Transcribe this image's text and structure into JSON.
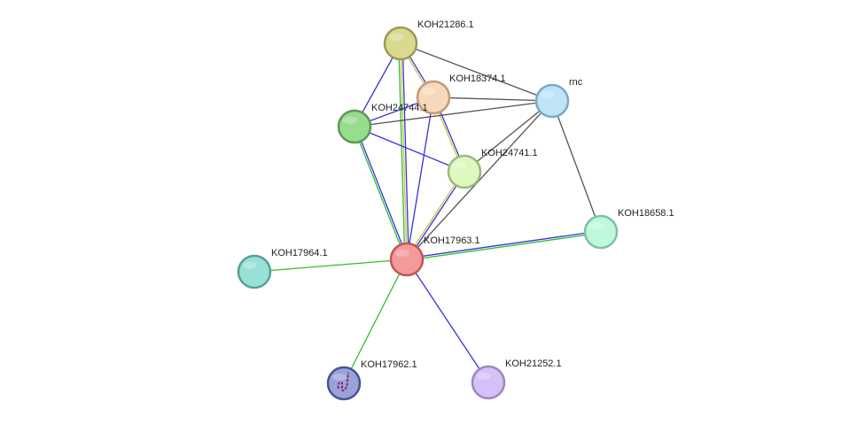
{
  "network": {
    "nodes": [
      {
        "id": "KOH21286.1",
        "label": "KOH21286.1",
        "fill": "#d9d98f",
        "stroke": "#9a9a55"
      },
      {
        "id": "KOH18374.1",
        "label": "KOH18374.1",
        "fill": "#f8d8bb",
        "stroke": "#c09a78"
      },
      {
        "id": "rnc",
        "label": "rnc",
        "fill": "#bfe4f8",
        "stroke": "#7aa8c8"
      },
      {
        "id": "KOH24744.1",
        "label": "KOH24744.1",
        "fill": "#98dc8e",
        "stroke": "#5a9a52"
      },
      {
        "id": "KOH24741.1",
        "label": "KOH24741.1",
        "fill": "#def8c0",
        "stroke": "#9ab880"
      },
      {
        "id": "KOH18658.1",
        "label": "KOH18658.1",
        "fill": "#bff8da",
        "stroke": "#80c0a0"
      },
      {
        "id": "KOH17963.1",
        "label": "KOH17963.1",
        "fill": "#f59a9a",
        "stroke": "#c05555"
      },
      {
        "id": "KOH17964.1",
        "label": "KOH17964.1",
        "fill": "#98e0d8",
        "stroke": "#55a098"
      },
      {
        "id": "KOH17962.1",
        "label": "KOH17962.1",
        "fill": "#9aa2dc",
        "stroke": "#4a5290",
        "has_structure_icon": true
      },
      {
        "id": "KOH21252.1",
        "label": "KOH21252.1",
        "fill": "#d5c0f8",
        "stroke": "#9a88c0"
      }
    ],
    "edges": [
      {
        "from": "KOH21286.1",
        "to": "KOH18374.1",
        "colors": [
          "#3333dd",
          "#c8c840"
        ]
      },
      {
        "from": "KOH21286.1",
        "to": "KOH24744.1",
        "colors": [
          "#3333dd"
        ]
      },
      {
        "from": "KOH21286.1",
        "to": "rnc",
        "colors": [
          "#555555"
        ]
      },
      {
        "from": "KOH21286.1",
        "to": "KOH17963.1",
        "colors": [
          "#3333dd",
          "#c8c840",
          "#33bb33"
        ]
      },
      {
        "from": "KOH18374.1",
        "to": "rnc",
        "colors": [
          "#555555"
        ]
      },
      {
        "from": "KOH18374.1",
        "to": "KOH24744.1",
        "colors": [
          "#3333dd"
        ]
      },
      {
        "from": "KOH18374.1",
        "to": "KOH24741.1",
        "colors": [
          "#3333dd",
          "#c8c840"
        ]
      },
      {
        "from": "KOH18374.1",
        "to": "KOH17963.1",
        "colors": [
          "#3333dd"
        ]
      },
      {
        "from": "KOH24744.1",
        "to": "rnc",
        "colors": [
          "#555555"
        ]
      },
      {
        "from": "KOH24744.1",
        "to": "KOH24741.1",
        "colors": [
          "#3333dd"
        ]
      },
      {
        "from": "KOH24744.1",
        "to": "KOH17963.1",
        "colors": [
          "#3333dd",
          "#33bb33"
        ]
      },
      {
        "from": "rnc",
        "to": "KOH24741.1",
        "colors": [
          "#555555"
        ]
      },
      {
        "from": "rnc",
        "to": "KOH17963.1",
        "colors": [
          "#555555"
        ]
      },
      {
        "from": "rnc",
        "to": "KOH18658.1",
        "colors": [
          "#555555"
        ]
      },
      {
        "from": "KOH24741.1",
        "to": "KOH17963.1",
        "colors": [
          "#3333dd",
          "#c8c840"
        ]
      },
      {
        "from": "KOH17963.1",
        "to": "KOH18658.1",
        "colors": [
          "#3333dd",
          "#33bb33"
        ]
      },
      {
        "from": "KOH17963.1",
        "to": "KOH17964.1",
        "colors": [
          "#33bb33"
        ]
      },
      {
        "from": "KOH17963.1",
        "to": "KOH17962.1",
        "colors": [
          "#33bb33"
        ]
      },
      {
        "from": "KOH17963.1",
        "to": "KOH21252.1",
        "colors": [
          "#3333dd"
        ]
      }
    ]
  }
}
